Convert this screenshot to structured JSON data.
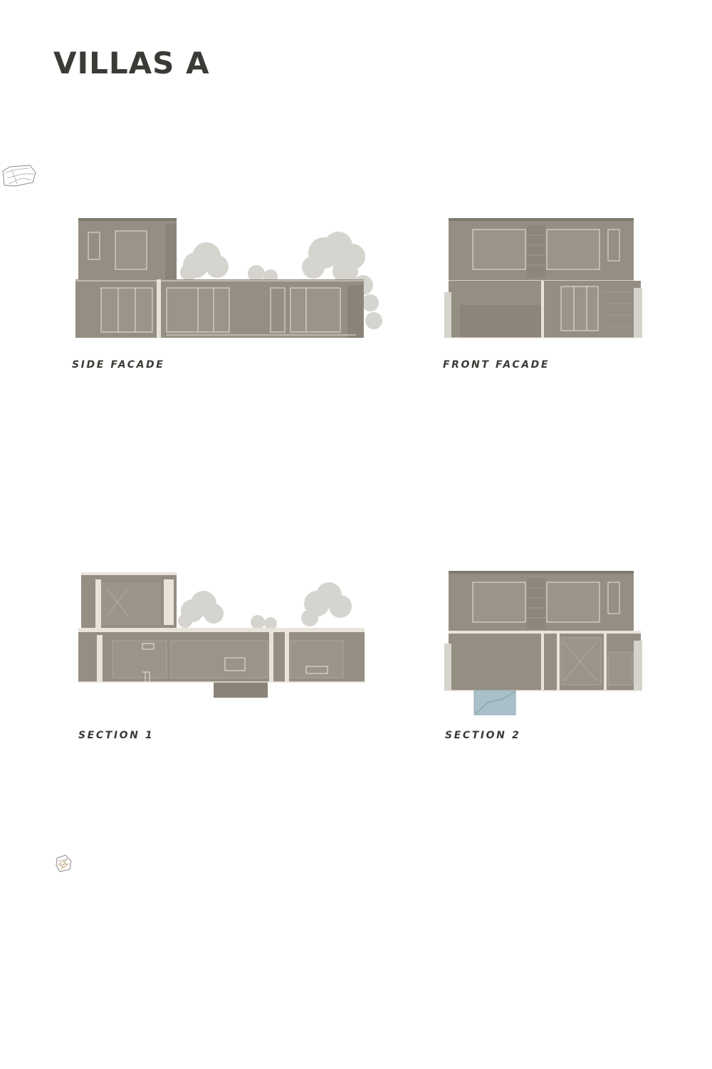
{
  "title": "VILLAS A",
  "drawings": {
    "side_facade": {
      "label": "SIDE FACADE"
    },
    "front_facade": {
      "label": "FRONT FACADE"
    },
    "section_1": {
      "label": "SECTION 1"
    },
    "section_2": {
      "label": "SECTION 2"
    }
  },
  "colors": {
    "background": "#ffffff",
    "contour_light": "#c9a24f",
    "contour_dark": "#a0572a",
    "building_fill": "#958e82",
    "building_line": "#e8e4dc",
    "tree": "#cfccc6",
    "pool": "#a9c0c8",
    "text": "#3b3a36"
  }
}
